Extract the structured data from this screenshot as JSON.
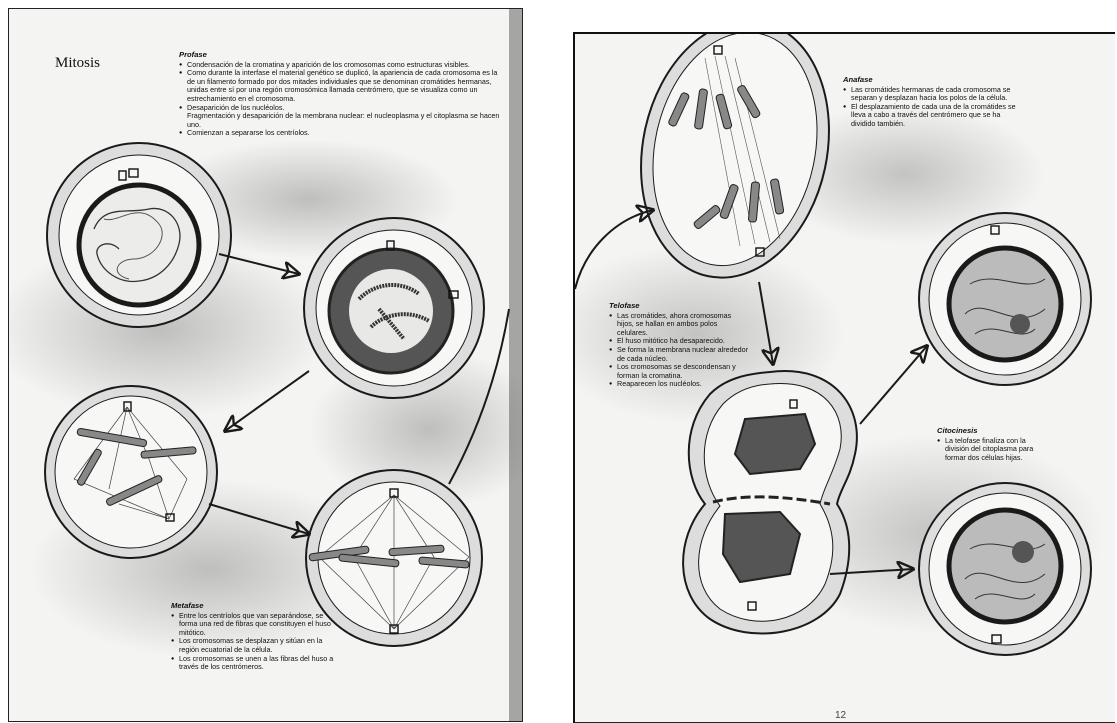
{
  "left_page": {
    "title": "Mitosis",
    "profase": {
      "heading": "Profase",
      "items": [
        "Condensación de la cromatina y aparición de los cromosomas como estructuras visibles.",
        "Como durante la interfase el material genético se duplicó, la apariencia de cada cromosoma es la de un filamento formado por dos mitades individuales que se denominan cromátides hermanas, unidas entre sí por una región cromosómica llamada centrómero, que se visualiza como un estrechamiento en el cromosoma.",
        "Desaparición de los nucléolos.",
        "Fragmentación y desaparición de la membrana nuclear: el nucleoplasma y el citoplasma se hacen uno.",
        "Comienzan a separarse los centríolos."
      ]
    },
    "metafase": {
      "heading": "Metafase",
      "items": [
        "Entre los centríolos que van separándose, se forma una red de fibras que constituyen el huso mitótico.",
        "Los cromosomas se desplazan y sitúan en la región ecuatorial de la célula.",
        "Los cromosomas se unen a las fibras del huso a través de los centrómeros."
      ]
    }
  },
  "right_page": {
    "anafase": {
      "heading": "Anafase",
      "items": [
        "Las cromátides hermanas de cada cromosoma se separan y desplazan hacia los polos de la célula.",
        "El desplazamiento de cada una de la cromátides se lleva a cabo a través del centrómero que se ha dividido también."
      ]
    },
    "telofase": {
      "heading": "Telofase",
      "items": [
        "Las cromátides, ahora cromosomas hijos, se hallan en ambos polos celulares.",
        "El huso mitótico ha desaparecido.",
        "Se forma la membrana nuclear alrededor de cada núcleo.",
        "Los cromosomas se descondensan y forman la cromatina.",
        "Reaparecen los nucléolos."
      ]
    },
    "citocinesis": {
      "heading": "Citocinesis",
      "items": [
        "La telofase finaliza con la división del citoplasma para formar dos células hijas."
      ]
    },
    "page_number": "12"
  },
  "colors": {
    "ink": "#1a1a1a",
    "paper": "#f4f4f2",
    "shade": "#9a9a96"
  }
}
